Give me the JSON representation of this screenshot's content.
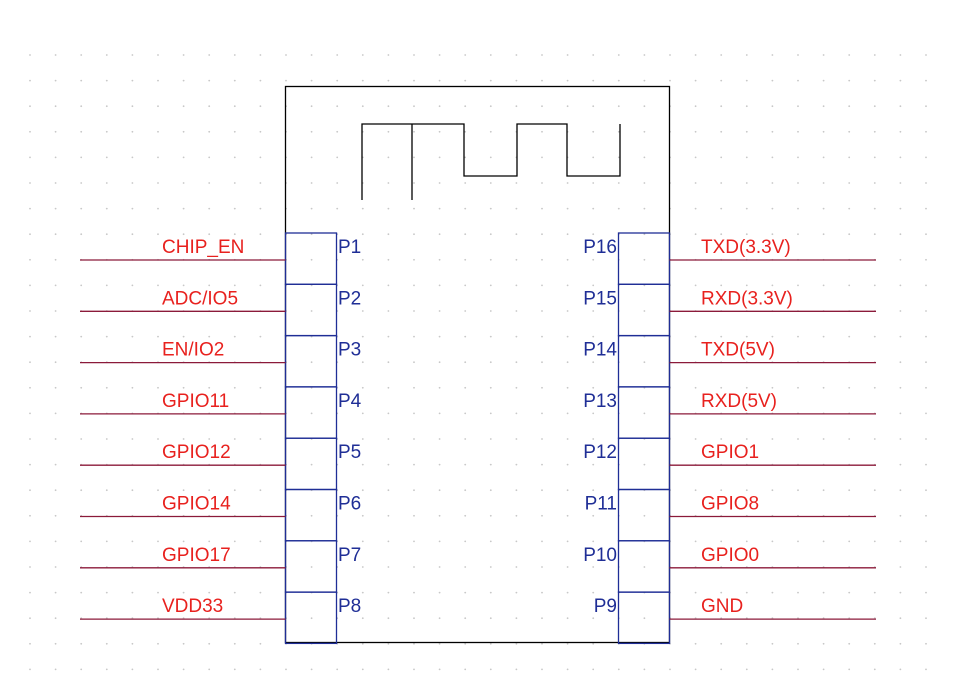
{
  "colors": {
    "background": "#ffffff",
    "grid_dot": "#c8c8c8",
    "body_outline": "#000000",
    "pin_box": "#1f2e96",
    "wire": "#8b1a3a",
    "label": "#e8211e",
    "pin_number": "#1f2e96",
    "antenna": "#000000"
  },
  "component": {
    "antenna_symbol": "pcb-antenna-meander",
    "left_pins": [
      {
        "number": "P1",
        "label": "CHIP_EN"
      },
      {
        "number": "P2",
        "label": "ADC/IO5"
      },
      {
        "number": "P3",
        "label": "EN/IO2"
      },
      {
        "number": "P4",
        "label": "GPIO11"
      },
      {
        "number": "P5",
        "label": "GPIO12"
      },
      {
        "number": "P6",
        "label": "GPIO14"
      },
      {
        "number": "P7",
        "label": "GPIO17"
      },
      {
        "number": "P8",
        "label": "VDD33"
      }
    ],
    "right_pins": [
      {
        "number": "P16",
        "label": "TXD(3.3V)"
      },
      {
        "number": "P15",
        "label": "RXD(3.3V)"
      },
      {
        "number": "P14",
        "label": "TXD(5V)"
      },
      {
        "number": "P13",
        "label": "RXD(5V)"
      },
      {
        "number": "P12",
        "label": "GPIO1"
      },
      {
        "number": "P11",
        "label": "GPIO8"
      },
      {
        "number": "P10",
        "label": "GPIO0"
      },
      {
        "number": "P9",
        "label": "GND"
      }
    ]
  }
}
